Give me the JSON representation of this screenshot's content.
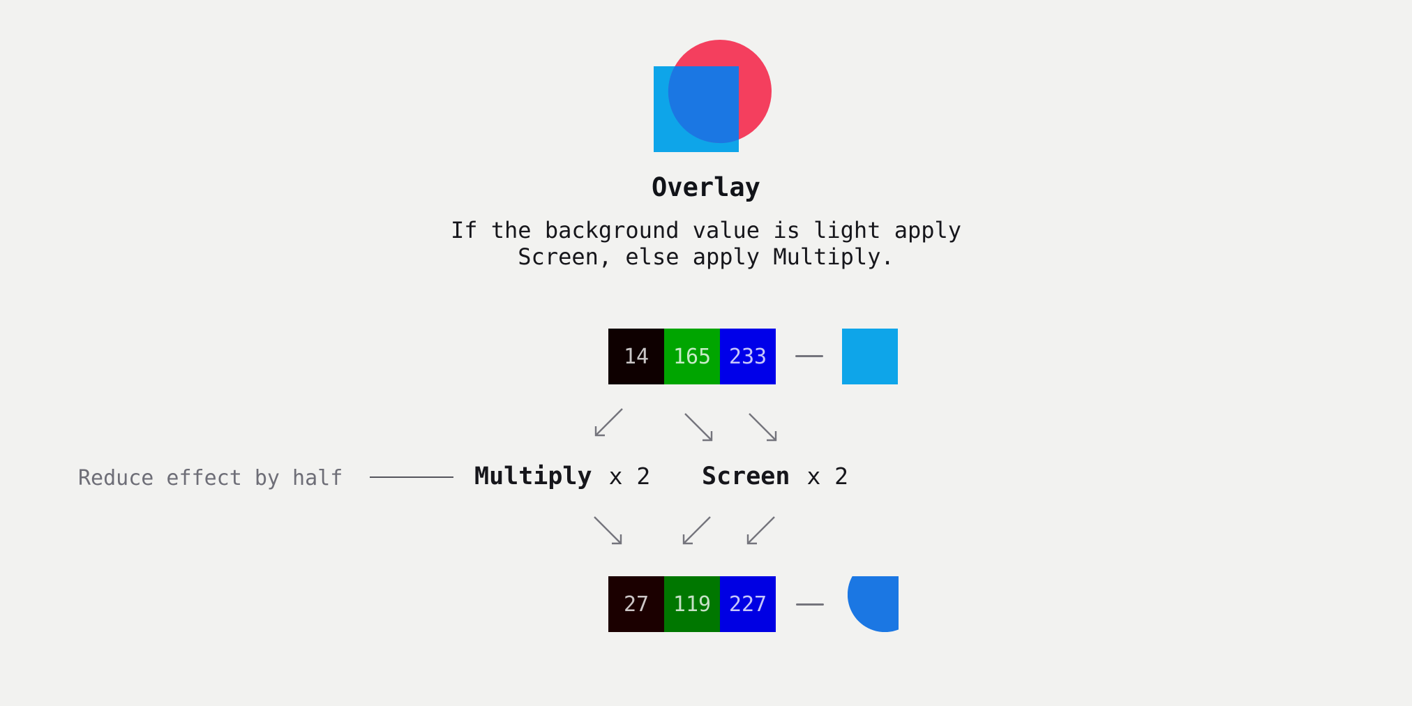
{
  "page": {
    "background": "#F2F2F0"
  },
  "hero": {
    "title": "Overlay",
    "description_line1": "If the background value is light apply",
    "description_line2": "Screen, else apply Multiply.",
    "colors": {
      "square": "#0EA5E9",
      "circle": "#F43F5E",
      "overlap": "#1B77E3"
    }
  },
  "source_row": {
    "channels": [
      {
        "label": "14",
        "color": "#0E0000"
      },
      {
        "label": "165",
        "color": "#00A500"
      },
      {
        "label": "233",
        "color": "#0000E9"
      }
    ],
    "swatch_color": "#0EA5E9"
  },
  "operations": {
    "multiply_label": "Multiply",
    "multiply_suffix": "x 2",
    "screen_label": "Screen",
    "screen_suffix": "x 2",
    "annotation": "Reduce effect by half"
  },
  "result_row": {
    "channels": [
      {
        "label": "27",
        "color": "#1B0000"
      },
      {
        "label": "119",
        "color": "#007700"
      },
      {
        "label": "227",
        "color": "#0000E3"
      }
    ],
    "swatch_color": "#1B77E3"
  }
}
